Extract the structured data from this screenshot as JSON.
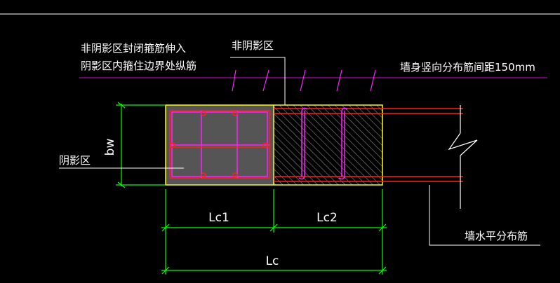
{
  "labels": {
    "note_line1": "非阴影区封闭箍筋伸入",
    "note_line2": "阴影区内箍住边界处纵筋",
    "non_shadow_zone": "非阴影区",
    "wall_vertical_spacing": "墙身竖向分布筋间距150mm",
    "shadow_zone": "阴影区",
    "bw": "bw",
    "lc1": "Lc1",
    "lc2": "Lc2",
    "lc": "Lc",
    "wall_horizontal": "墙水平分布筋"
  },
  "colors": {
    "background": "#000000",
    "outline": "#ffff00",
    "rebar_red": "#ff2020",
    "stirrup_magenta": "#ff20ff",
    "dimension_green": "#00ff00",
    "leader_white": "#ffffff",
    "tick_magenta": "#c000c0",
    "shaded_fill": "#555555",
    "hatch": "#888888"
  }
}
